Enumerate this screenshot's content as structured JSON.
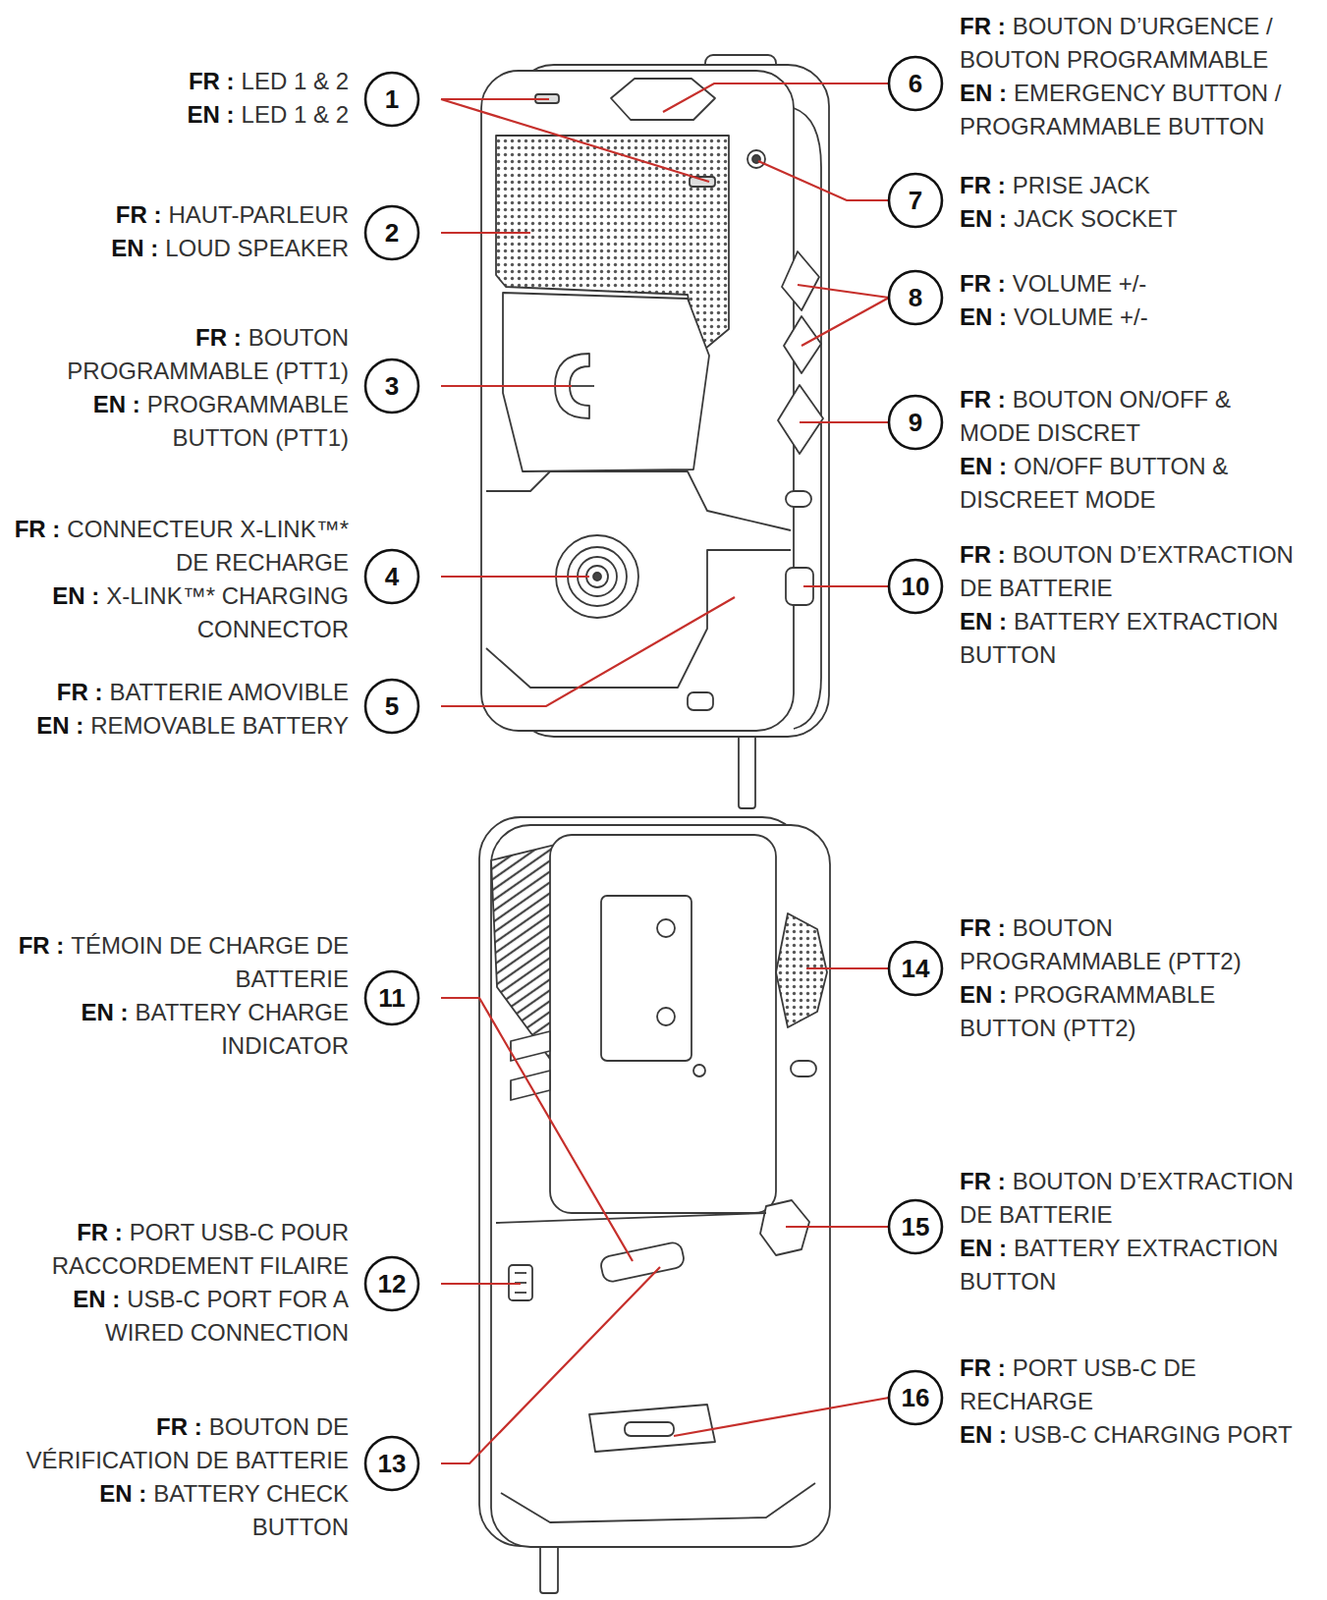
{
  "diagram": {
    "labels": [
      "1",
      "FR :",
      "LED 1 & 2",
      "EN :",
      "LED 1 & 2",
      "2",
      "FR :",
      "HAUT-PARLEUR",
      "EN :",
      "LOUD SPEAKER",
      "3",
      "FR :",
      "BOUTON PROGRAMMABLE (PTT1)",
      "EN :",
      "PROGRAMMABLE BUTTON (PTT1)",
      "4",
      "FR :",
      "CONNECTEUR X-LINK™* DE RECHARGE",
      "EN :",
      "X-LINK™* CHARGING CONNECTOR",
      "5",
      "FR :",
      "BATTERIE AMOVIBLE",
      "EN :",
      "REMOVABLE BATTERY",
      "6",
      "FR :",
      "BOUTON D’URGENCE / BOUTON PROGRAMMABLE",
      "EN :",
      "EMERGENCY BUTTON / PROGRAMMABLE BUTTON",
      "7",
      "FR :",
      "PRISE JACK",
      "EN :",
      "JACK SOCKET",
      "8",
      "FR :",
      "VOLUME +/-",
      "EN :",
      "VOLUME +/-",
      "9",
      "FR :",
      "BOUTON ON/OFF & MODE DISCRET",
      "EN :",
      "ON/OFF BUTTON & DISCREET MODE",
      "10",
      "FR :",
      "BOUTON D’EXTRACTION DE BATTERIE",
      "EN :",
      "BATTERY EXTRACTION BUTTON",
      "11",
      "FR :",
      "TÉMOIN DE CHARGE DE BATTERIE",
      "EN :",
      "BATTERY CHARGE INDICATOR",
      "12",
      "FR :",
      "PORT USB-C POUR RACCORDEMENT FILAIRE",
      "EN :",
      "USB-C PORT FOR A WIRED CONNECTION",
      "13",
      "FR :",
      "BOUTON DE VÉRIFICATION DE BATTERIE",
      "EN :",
      "BATTERY CHECK BUTTON",
      "14",
      "FR :",
      "BOUTON PROGRAMMABLE (PTT2)",
      "EN :",
      "PROGRAMMABLE BUTTON (PTT2)",
      "15",
      "FR :",
      "BOUTON D’EXTRACTION DE BATTERIE",
      "EN :",
      "BATTERY EXTRACTION BUTTON",
      "16",
      "FR :",
      "PORT USB-C DE RECHARGE",
      "EN :",
      "USB-C CHARGING PORT"
    ]
  }
}
